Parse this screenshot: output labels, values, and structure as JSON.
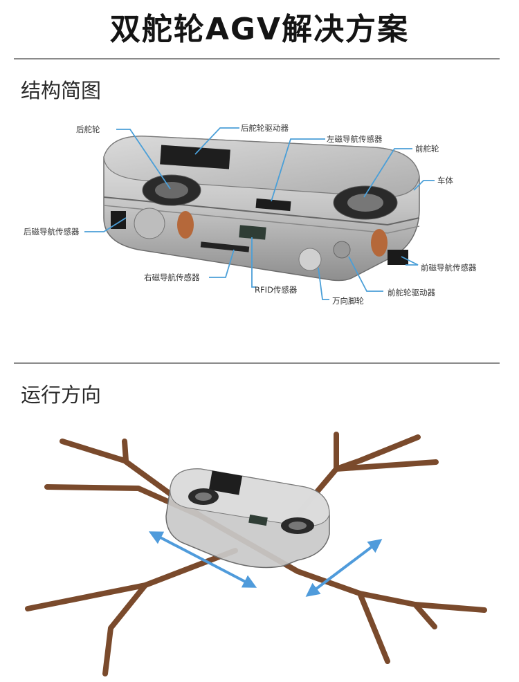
{
  "page": {
    "title": "双舵轮AGV解决方案"
  },
  "structure": {
    "heading": "结构简图",
    "labels": {
      "rear_wheel": "后舵轮",
      "rear_wheel_driver": "后舵轮驱动器",
      "left_mag_sensor": "左磁导航传感器",
      "front_wheel": "前舵轮",
      "body": "车体",
      "rear_mag_sensor": "后磁导航传感器",
      "front_mag_sensor": "前磁导航传感器",
      "right_mag_sensor": "右磁导航传感器",
      "rfid_sensor": "RFID传感器",
      "caster": "万向脚轮",
      "front_wheel_driver": "前舵轮驱动器"
    },
    "colors": {
      "leader": "#4a9fd8",
      "body_gray": "#9a9a9a"
    }
  },
  "direction": {
    "heading": "运行方向",
    "colors": {
      "track": "#7a4a2c",
      "arrow": "#4f9bdb"
    }
  }
}
